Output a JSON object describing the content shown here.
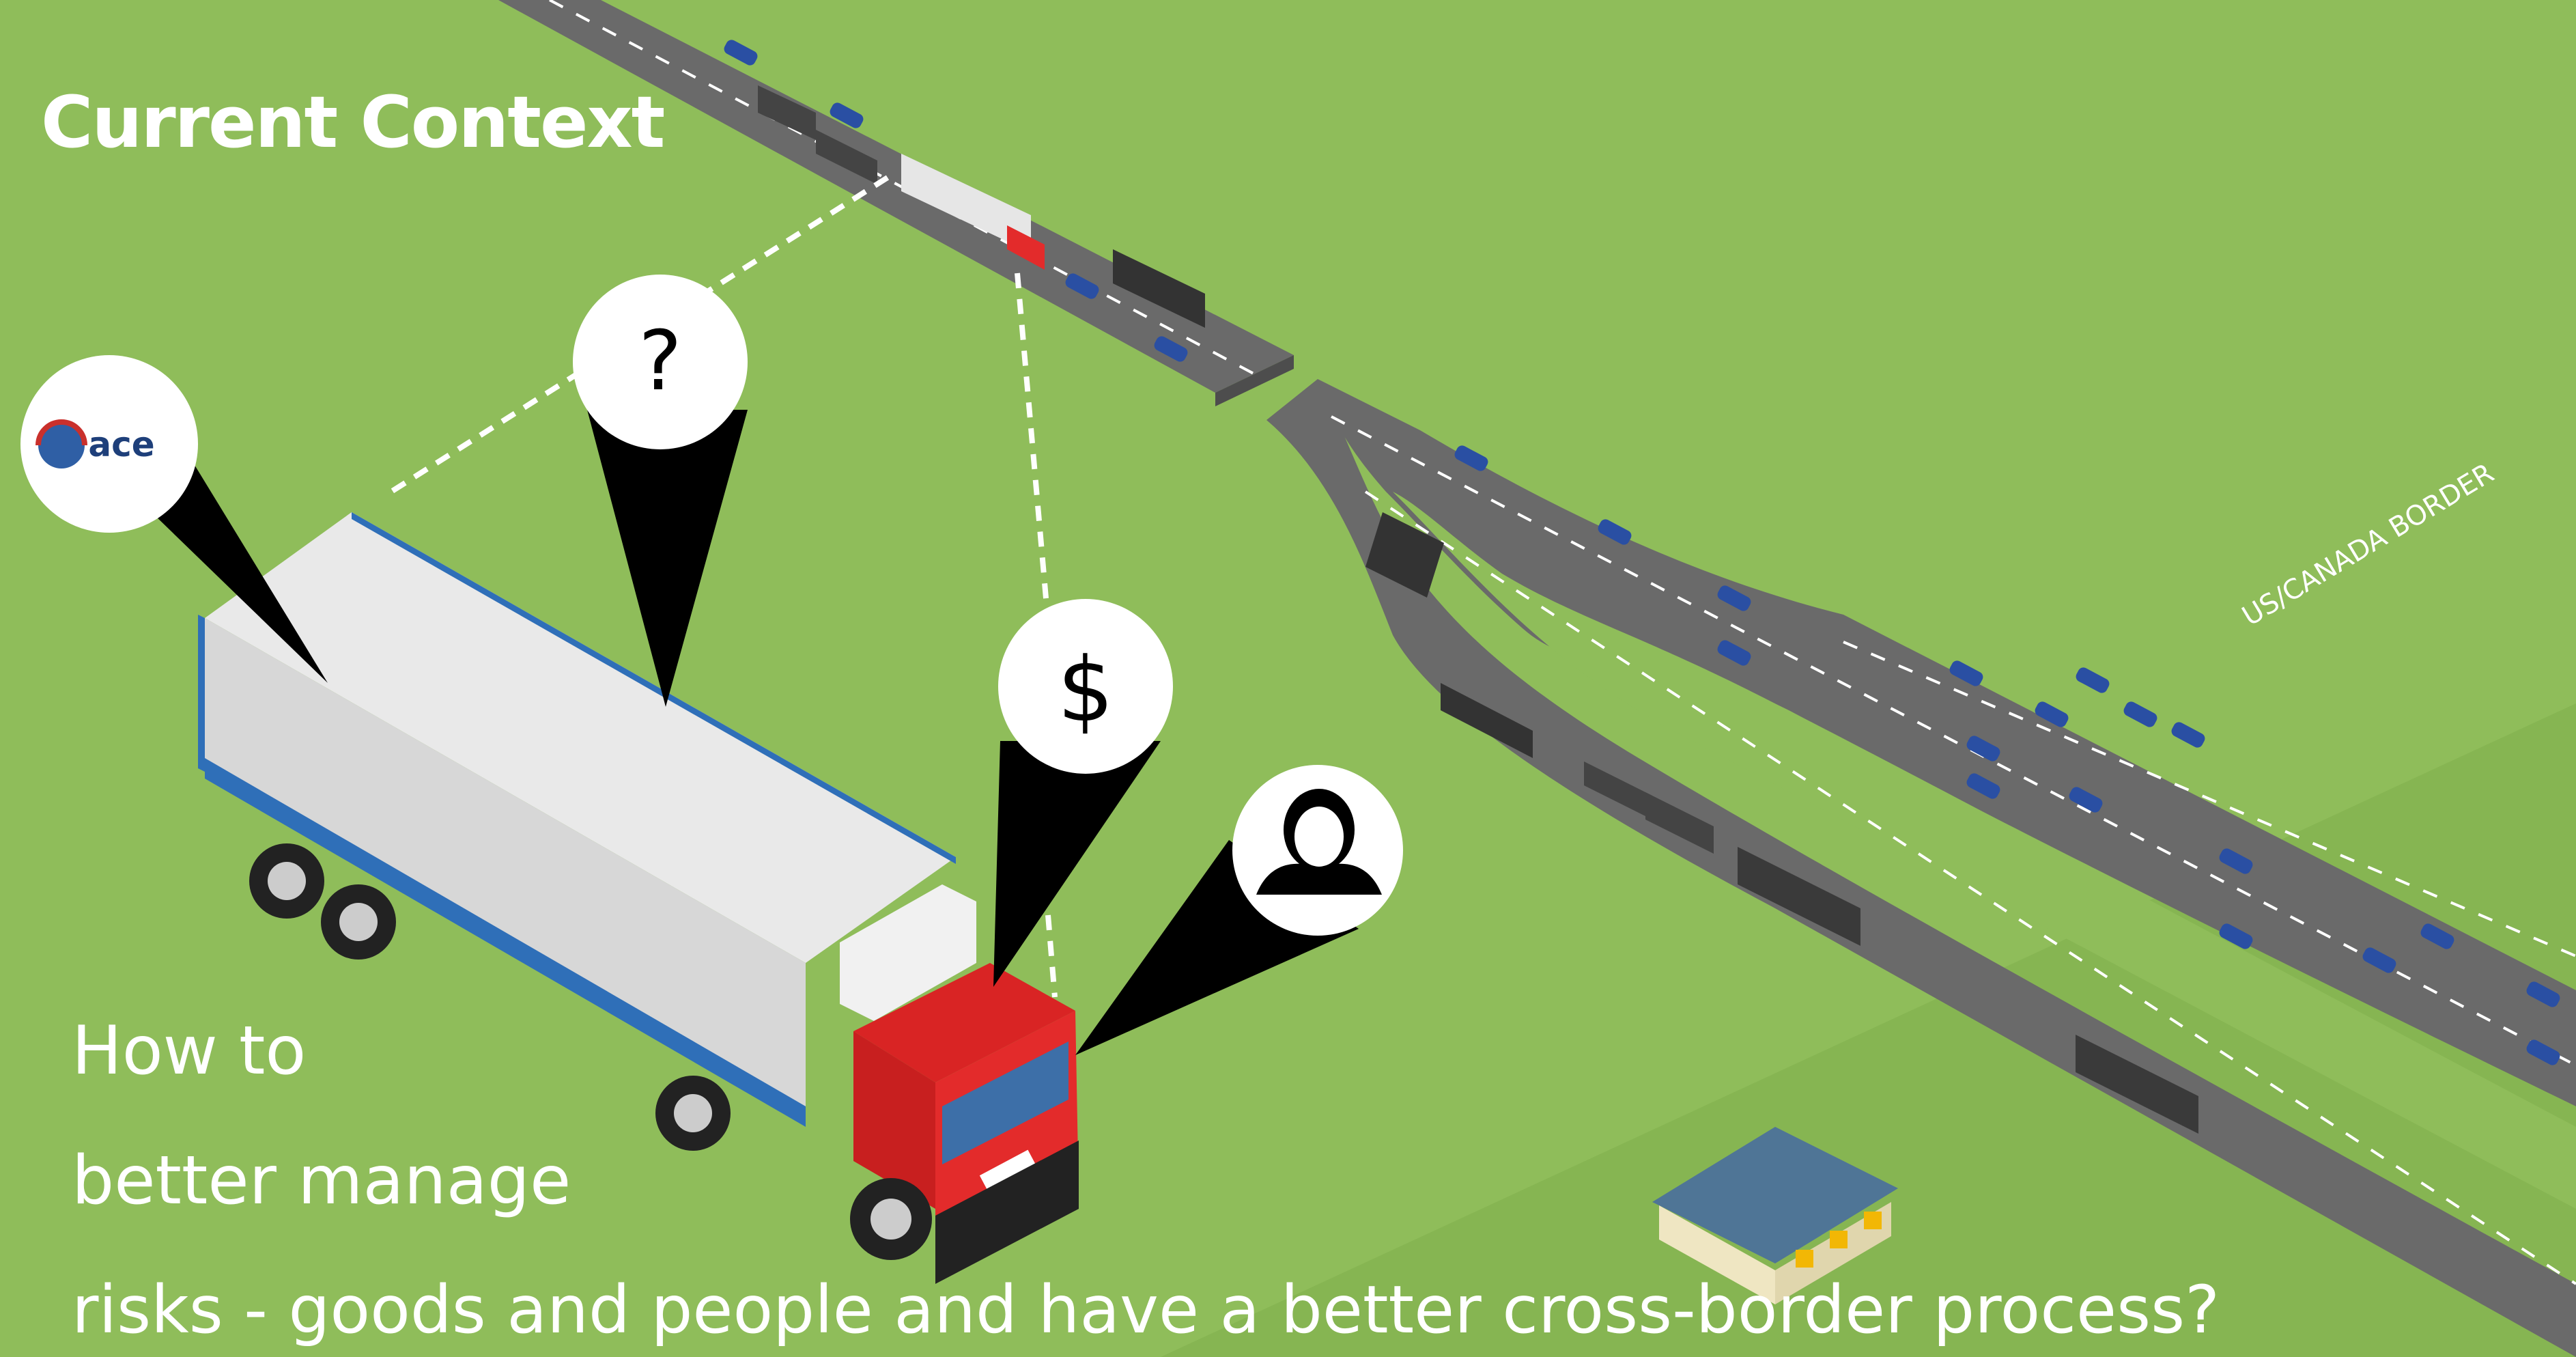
{
  "title": "Current Context",
  "question": {
    "line1": "How to",
    "line2": "better manage",
    "line3": "risks - goods and people and have a better cross-border process?"
  },
  "border_label": "US/CANADA BORDER",
  "pins": {
    "ace_logo_text": "ace",
    "question_mark": "?",
    "dollar_sign": "$"
  },
  "colors": {
    "grass": "#8fbd5a",
    "road": "#6b6b6b",
    "truck_cab": "#e32b2b",
    "trailer": "#dcdcdc",
    "trailer_trim": "#2f6fb8",
    "car": "#2a4fa3",
    "warehouse_roof": "#4f7596"
  }
}
